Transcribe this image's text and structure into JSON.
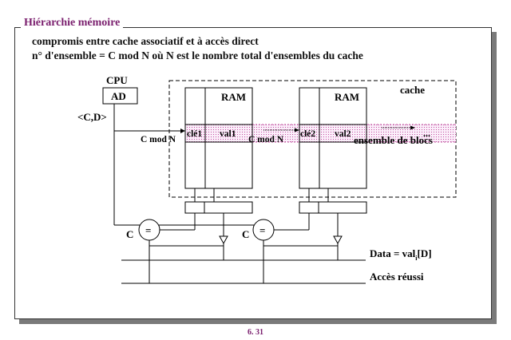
{
  "slide": {
    "title": "Hiérarchie mémoire",
    "line1": "compromis entre cache associatif et à accès direct",
    "line2": "n° d'ensemble = C mod N où N est le nombre total d'ensembles du cache",
    "page_number": "6. 31"
  },
  "diagram": {
    "cpu_label": "CPU",
    "ad_label": "AD",
    "address_label": "<C,D>",
    "ram1_label": "RAM",
    "ram2_label": "RAM",
    "cache_label": "cache",
    "cmod1_label": "C mod N",
    "cmod2_label": "C mod N",
    "cle1": "clé1",
    "val1": "val1",
    "cle2": "clé2",
    "val2": "val2",
    "ellipsis": "...",
    "set_label": "ensemble de blocs",
    "c1_label": "C",
    "c2_label": "C",
    "eq1": "=",
    "eq2": "=",
    "data_label_main": "Data = val",
    "data_label_sub": "i",
    "data_label_tail": "[D]",
    "hit_label": "Accès réussi",
    "colors": {
      "title": "#7a1f6e",
      "highlight": "#f3d7ee",
      "line": "#000000"
    }
  }
}
